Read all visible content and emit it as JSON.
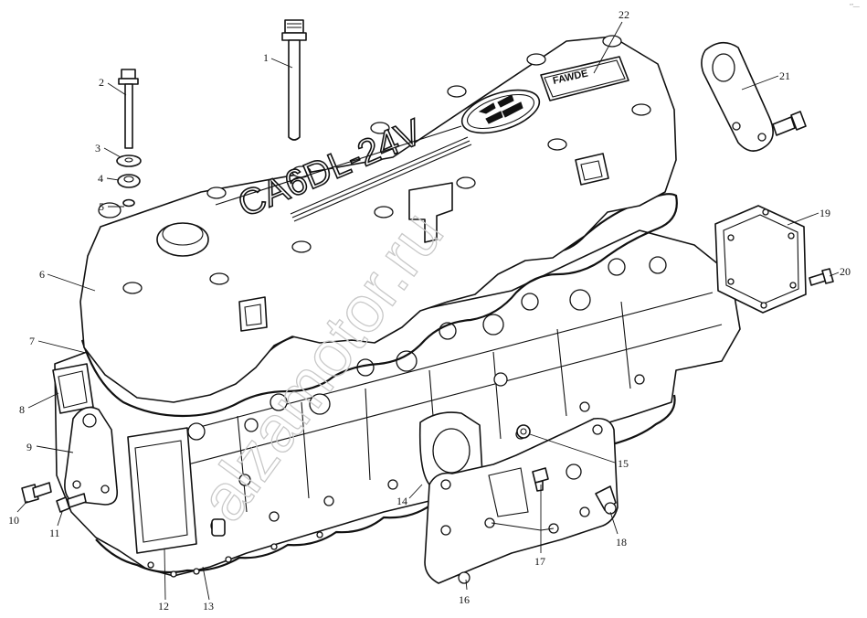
{
  "diagram": {
    "cover_model_text": "CA6DL-24V",
    "cover_brand_plate": "FAWDE",
    "cover_emblem": "faw-emblem-icon",
    "watermark_text": "alzamotor.ru",
    "corner_mark": "′″—",
    "callouts": [
      {
        "id": "1",
        "text": "1"
      },
      {
        "id": "2",
        "text": "2"
      },
      {
        "id": "3",
        "text": "3"
      },
      {
        "id": "4",
        "text": "4"
      },
      {
        "id": "5",
        "text": "5"
      },
      {
        "id": "6",
        "text": "6"
      },
      {
        "id": "7",
        "text": "7"
      },
      {
        "id": "8",
        "text": "8"
      },
      {
        "id": "9",
        "text": "9"
      },
      {
        "id": "10",
        "text": "10"
      },
      {
        "id": "11",
        "text": "11"
      },
      {
        "id": "12",
        "text": "12"
      },
      {
        "id": "13",
        "text": "13"
      },
      {
        "id": "14",
        "text": "14"
      },
      {
        "id": "15",
        "text": "15"
      },
      {
        "id": "16",
        "text": "16"
      },
      {
        "id": "17",
        "text": "17"
      },
      {
        "id": "18",
        "text": "18"
      },
      {
        "id": "19",
        "text": "19"
      },
      {
        "id": "20",
        "text": "20"
      },
      {
        "id": "21",
        "text": "21"
      },
      {
        "id": "22",
        "text": "22"
      }
    ]
  }
}
